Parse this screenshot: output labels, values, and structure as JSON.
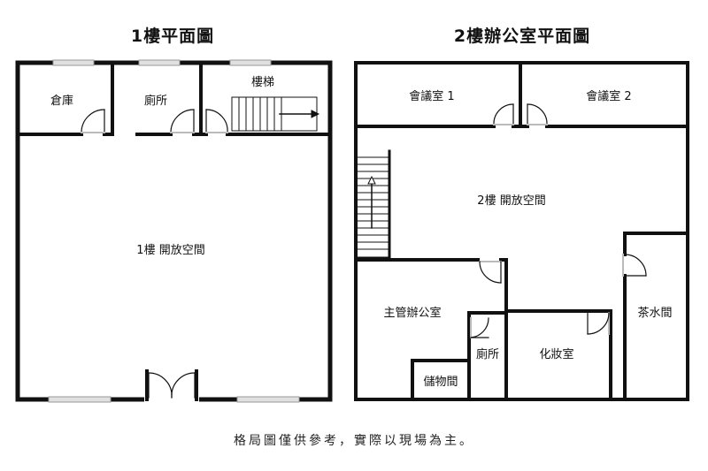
{
  "floor1": {
    "title": "1樓平面圖",
    "rooms": {
      "storage": "倉庫",
      "toilet": "廁所",
      "stairs": "樓梯",
      "open_space": "1樓 開放空間"
    }
  },
  "floor2": {
    "title": "2樓辦公室平面圖",
    "rooms": {
      "meeting1": "會議室 1",
      "meeting2": "會議室 2",
      "open_space": "2樓 開放空間",
      "manager_office": "主管辦公室",
      "storeroom": "儲物間",
      "toilet": "廁所",
      "powder_room": "化妝室",
      "tea_room": "茶水間"
    }
  },
  "footer_note": "格局圖僅供參考，實際以現場為主。",
  "colors": {
    "wall": "#111111",
    "window": "#bfbfbf",
    "background": "#ffffff"
  }
}
